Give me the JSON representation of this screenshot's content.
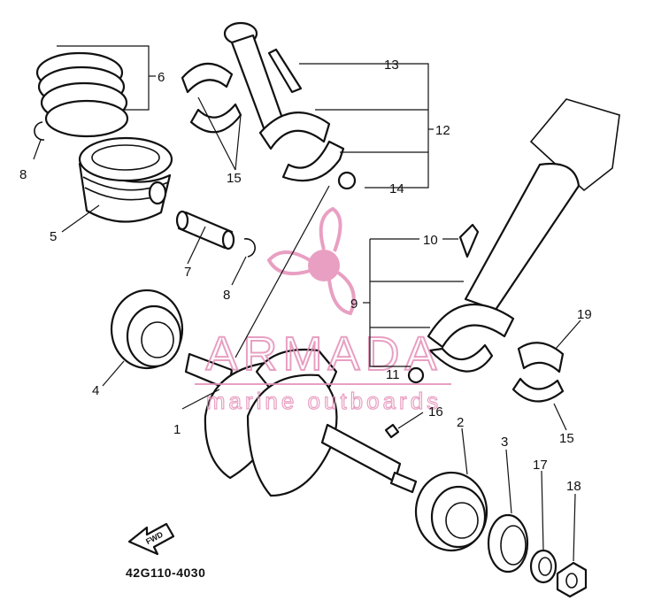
{
  "callouts": {
    "c1": "1",
    "c2": "2",
    "c3": "3",
    "c4": "4",
    "c5": "5",
    "c6": "6",
    "c7": "7",
    "c8a": "8",
    "c8b": "8",
    "c9": "9",
    "c10": "10",
    "c11": "11",
    "c12": "12",
    "c13": "13",
    "c14": "14",
    "c15a": "15",
    "c15b": "15",
    "c16": "16",
    "c17": "17",
    "c18": "18",
    "c19": "19"
  },
  "diagram_code": "42G110-4030",
  "fwd_label": "FWD",
  "watermark": {
    "brand": "ARMADA",
    "tagline": "marine outboards",
    "color": "#e58fb8"
  }
}
